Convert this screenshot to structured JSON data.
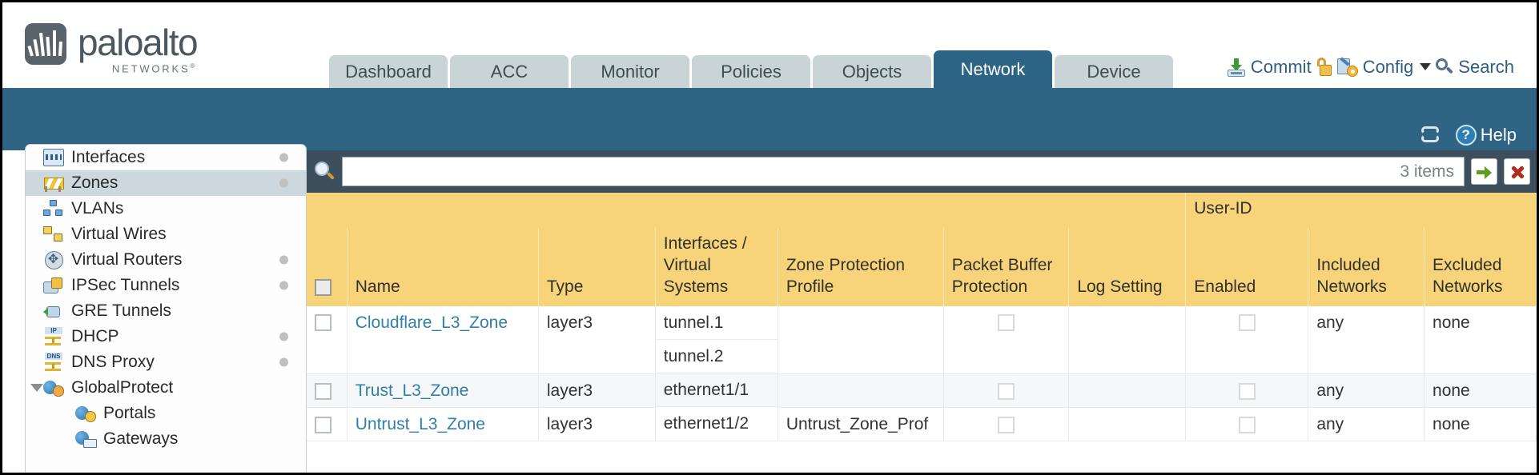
{
  "brand": {
    "name": "paloalto",
    "tagline": "NETWORKS",
    "tagline_mark": "®"
  },
  "nav": {
    "tabs": [
      {
        "label": "Dashboard",
        "active": false
      },
      {
        "label": "ACC",
        "active": false
      },
      {
        "label": "Monitor",
        "active": false
      },
      {
        "label": "Policies",
        "active": false
      },
      {
        "label": "Objects",
        "active": false
      },
      {
        "label": "Network",
        "active": true
      },
      {
        "label": "Device",
        "active": false
      }
    ]
  },
  "utils": {
    "commit": "Commit",
    "config": "Config",
    "search": "Search",
    "lock_icon": "unlocked-padlock-icon"
  },
  "bluebar": {
    "refresh_icon": "refresh-icon",
    "help": "Help"
  },
  "sidebar": {
    "items": [
      {
        "label": "Interfaces",
        "icon": "interfaces-icon",
        "active": false,
        "dot": true,
        "indent": false,
        "expander": false
      },
      {
        "label": "Zones",
        "icon": "zones-icon",
        "active": true,
        "dot": true,
        "indent": false,
        "expander": false
      },
      {
        "label": "VLANs",
        "icon": "vlans-icon",
        "active": false,
        "dot": false,
        "indent": false,
        "expander": false
      },
      {
        "label": "Virtual Wires",
        "icon": "virtual-wires-icon",
        "active": false,
        "dot": false,
        "indent": false,
        "expander": false
      },
      {
        "label": "Virtual Routers",
        "icon": "virtual-routers-icon",
        "active": false,
        "dot": true,
        "indent": false,
        "expander": false
      },
      {
        "label": "IPSec Tunnels",
        "icon": "ipsec-tunnels-icon",
        "active": false,
        "dot": true,
        "indent": false,
        "expander": false
      },
      {
        "label": "GRE Tunnels",
        "icon": "gre-tunnels-icon",
        "active": false,
        "dot": false,
        "indent": false,
        "expander": false
      },
      {
        "label": "DHCP",
        "icon": "dhcp-icon",
        "active": false,
        "dot": true,
        "indent": false,
        "expander": false
      },
      {
        "label": "DNS Proxy",
        "icon": "dns-proxy-icon",
        "active": false,
        "dot": true,
        "indent": false,
        "expander": false
      },
      {
        "label": "GlobalProtect",
        "icon": "globalprotect-icon",
        "active": false,
        "dot": false,
        "indent": false,
        "expander": true
      },
      {
        "label": "Portals",
        "icon": "portals-icon",
        "active": false,
        "dot": false,
        "indent": true,
        "expander": false
      },
      {
        "label": "Gateways",
        "icon": "gateways-icon",
        "active": false,
        "dot": false,
        "indent": true,
        "expander": false
      }
    ]
  },
  "toolbar": {
    "search_value": "",
    "search_placeholder": "",
    "item_count": "3 items",
    "apply_filter_icon": "green-arrow-apply-icon",
    "clear_filter_icon": "red-x-clear-icon",
    "search_icon": "search-icon"
  },
  "table": {
    "group_header": "User-ID",
    "columns": [
      "Name",
      "Type",
      "Interfaces / Virtual Systems",
      "Zone Protection Profile",
      "Packet Buffer Protection",
      "Log Setting",
      "Enabled",
      "Included Networks",
      "Excluded Networks"
    ],
    "rows": [
      {
        "selected": false,
        "name": "Cloudflare_L3_Zone",
        "type": "layer3",
        "interfaces": [
          "tunnel.1",
          "tunnel.2"
        ],
        "zone_protection_profile": "",
        "packet_buffer_protection": false,
        "log_setting": "",
        "userid_enabled": false,
        "included_networks": "any",
        "excluded_networks": "none"
      },
      {
        "selected": false,
        "name": "Trust_L3_Zone",
        "type": "layer3",
        "interfaces": [
          "ethernet1/1"
        ],
        "zone_protection_profile": "",
        "packet_buffer_protection": false,
        "log_setting": "",
        "userid_enabled": false,
        "included_networks": "any",
        "excluded_networks": "none"
      },
      {
        "selected": false,
        "name": "Untrust_L3_Zone",
        "type": "layer3",
        "interfaces": [
          "ethernet1/2"
        ],
        "zone_protection_profile": "Untrust_Zone_Prof",
        "packet_buffer_protection": false,
        "log_setting": "",
        "userid_enabled": false,
        "included_networks": "any",
        "excluded_networks": "none"
      }
    ]
  },
  "colors": {
    "brand_blue": "#2f6484",
    "tab_active": "#2b6485",
    "tab_inactive": "#c9d4d6",
    "table_header": "#f7d479",
    "group_header": "#dfa927",
    "content_bg": "#3d4f5c",
    "link": "#2f7fa8"
  }
}
